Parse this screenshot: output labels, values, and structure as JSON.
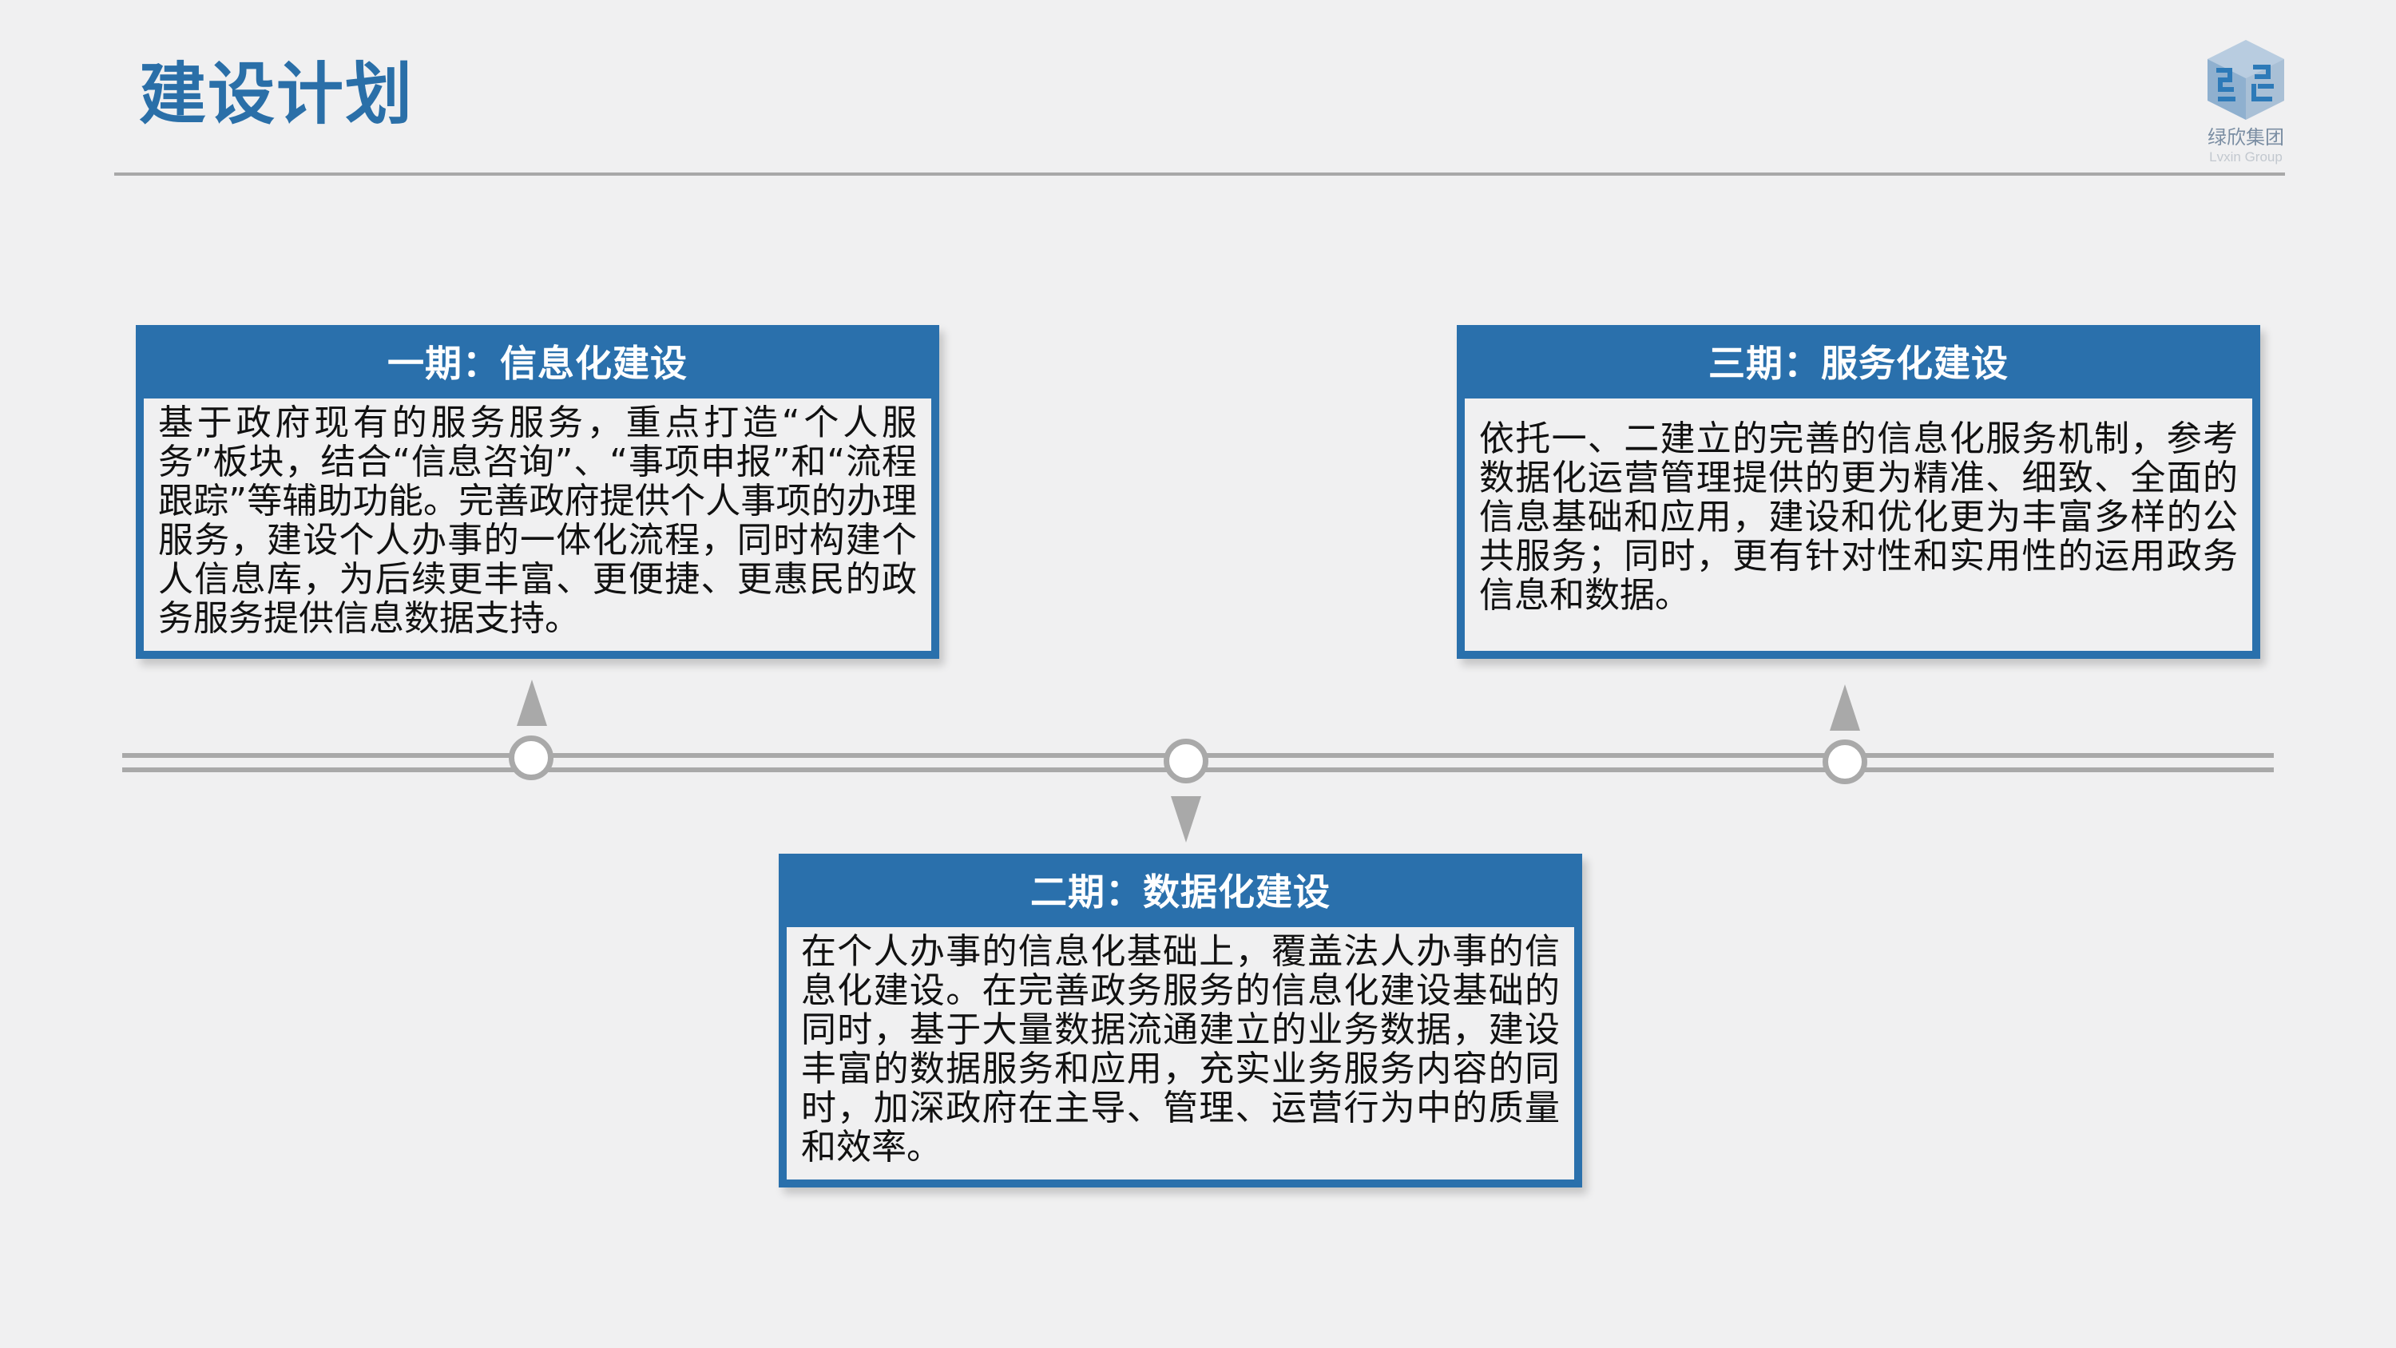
{
  "page": {
    "title": "建设计划"
  },
  "logo": {
    "name_cn": "绿欣集团",
    "name_en": "Lvxin Group",
    "icon": "lvxin-cube-logo-icon"
  },
  "phases": [
    {
      "title": "一期：信息化建设",
      "body": "基于政府现有的服务服务，重点打造“个人服务”板块，结合“信息咨询”、“事项申报”和“流程跟踪”等辅助功能。完善政府提供个人事项的办理服务，建设个人办事的一体化流程，同时构建个人信息库，为后续更丰富、更便捷、更惠民的政务服务提供信息数据支持。"
    },
    {
      "title": "二期：数据化建设",
      "body": "在个人办事的信息化基础上，覆盖法人办事的信息化建设。在完善政务服务的信息化建设基础的同时，基于大量数据流通建立的业务数据，建设丰富的数据服务和应用，充实业务服务内容的同时，加深政府在主导、管理、运营行为中的质量和效率。"
    },
    {
      "title": "三期：服务化建设",
      "body": "依托一、二建立的完善的信息化服务机制，参考数据化运营管理提供的更为精准、细致、全面的信息基础和应用，建设和优化更为丰富多样的公共服务；同时，更有针对性和实用性的运用政务信息和数据。"
    }
  ],
  "colors": {
    "title": "#2a6fa8",
    "card_frame": "#2a70ac",
    "timeline": "#a9a9a9",
    "background": "#f0f0f1"
  }
}
